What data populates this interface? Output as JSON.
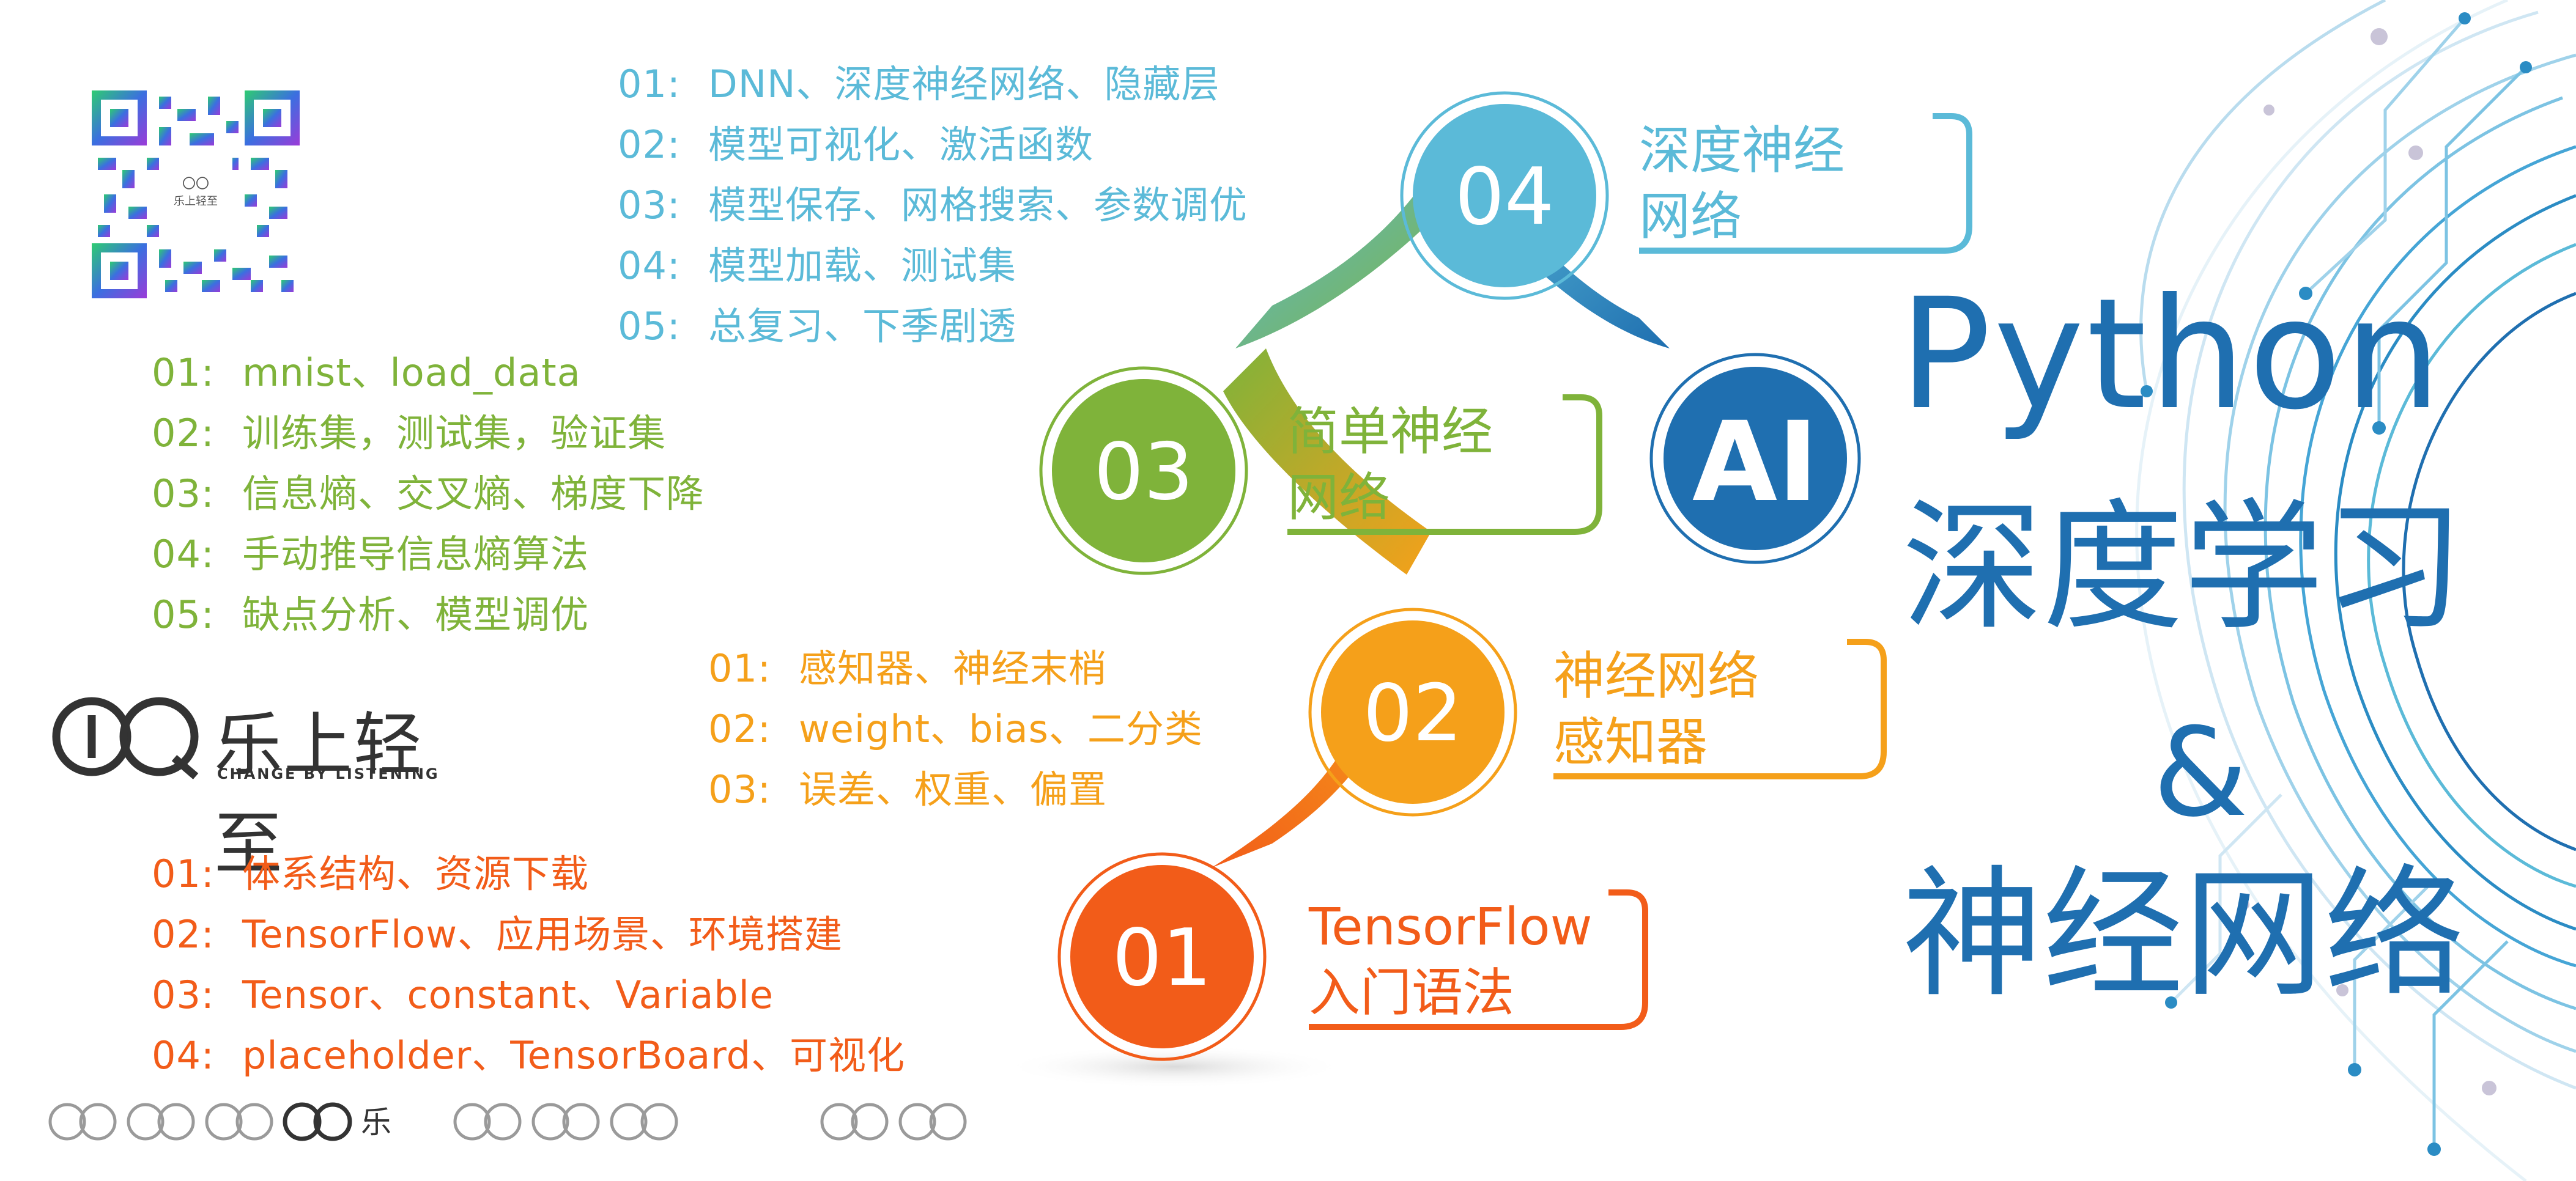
{
  "colors": {
    "blue_light": "#5bbad8",
    "blue_dark": "#1f6fb0",
    "green": "#7fb33a",
    "orange": "#f5a01a",
    "red": "#f25c19",
    "gray": "#3d3d3d"
  },
  "sections": {
    "s04": {
      "items": [
        {
          "num": "01:",
          "text": "DNN、深度神经网络、隐藏层"
        },
        {
          "num": "02:",
          "text": "模型可视化、激活函数"
        },
        {
          "num": "03:",
          "text": "模型保存、网格搜索、参数调优"
        },
        {
          "num": "04:",
          "text": "模型加载、测试集"
        },
        {
          "num": "05:",
          "text": "总复习、下季剧透"
        }
      ]
    },
    "s03": {
      "items": [
        {
          "num": "01:",
          "text": "mnist、load_data"
        },
        {
          "num": "02:",
          "text": "训练集，测试集，验证集"
        },
        {
          "num": "03:",
          "text": "信息熵、交叉熵、梯度下降"
        },
        {
          "num": "04:",
          "text": "手动推导信息熵算法"
        },
        {
          "num": "05:",
          "text": "缺点分析、模型调优"
        }
      ]
    },
    "s02": {
      "items": [
        {
          "num": "01:",
          "text": "感知器、神经末梢"
        },
        {
          "num": "02:",
          "text": "weight、bias、二分类"
        },
        {
          "num": "03:",
          "text": "误差、权重、偏置"
        }
      ]
    },
    "s01": {
      "items": [
        {
          "num": "01:",
          "text": "体系结构、资源下载"
        },
        {
          "num": "02:",
          "text": "TensorFlow、应用场景、环境搭建"
        },
        {
          "num": "03:",
          "text": "Tensor、constant、Variable"
        },
        {
          "num": "04:",
          "text": "placeholder、TensorBoard、可视化"
        }
      ]
    }
  },
  "nodes": {
    "n04": {
      "num": "04",
      "line1": "深度神经",
      "line2": "网络"
    },
    "n03": {
      "num": "03",
      "line1": "简单神经",
      "line2": "网络"
    },
    "n02": {
      "num": "02",
      "line1": "神经网络",
      "line2": "感知器"
    },
    "n01": {
      "num": "01",
      "line1": "TensorFlow",
      "line2": "入门语法"
    },
    "ai": "AI"
  },
  "title": {
    "line1": "Python",
    "line2": "深度学习",
    "line3": "&",
    "line4": "神经网络"
  },
  "brand": {
    "name": "乐上轻至",
    "tagline": "CHANGE BY LISTENING",
    "qr_center": "乐上轻至"
  }
}
